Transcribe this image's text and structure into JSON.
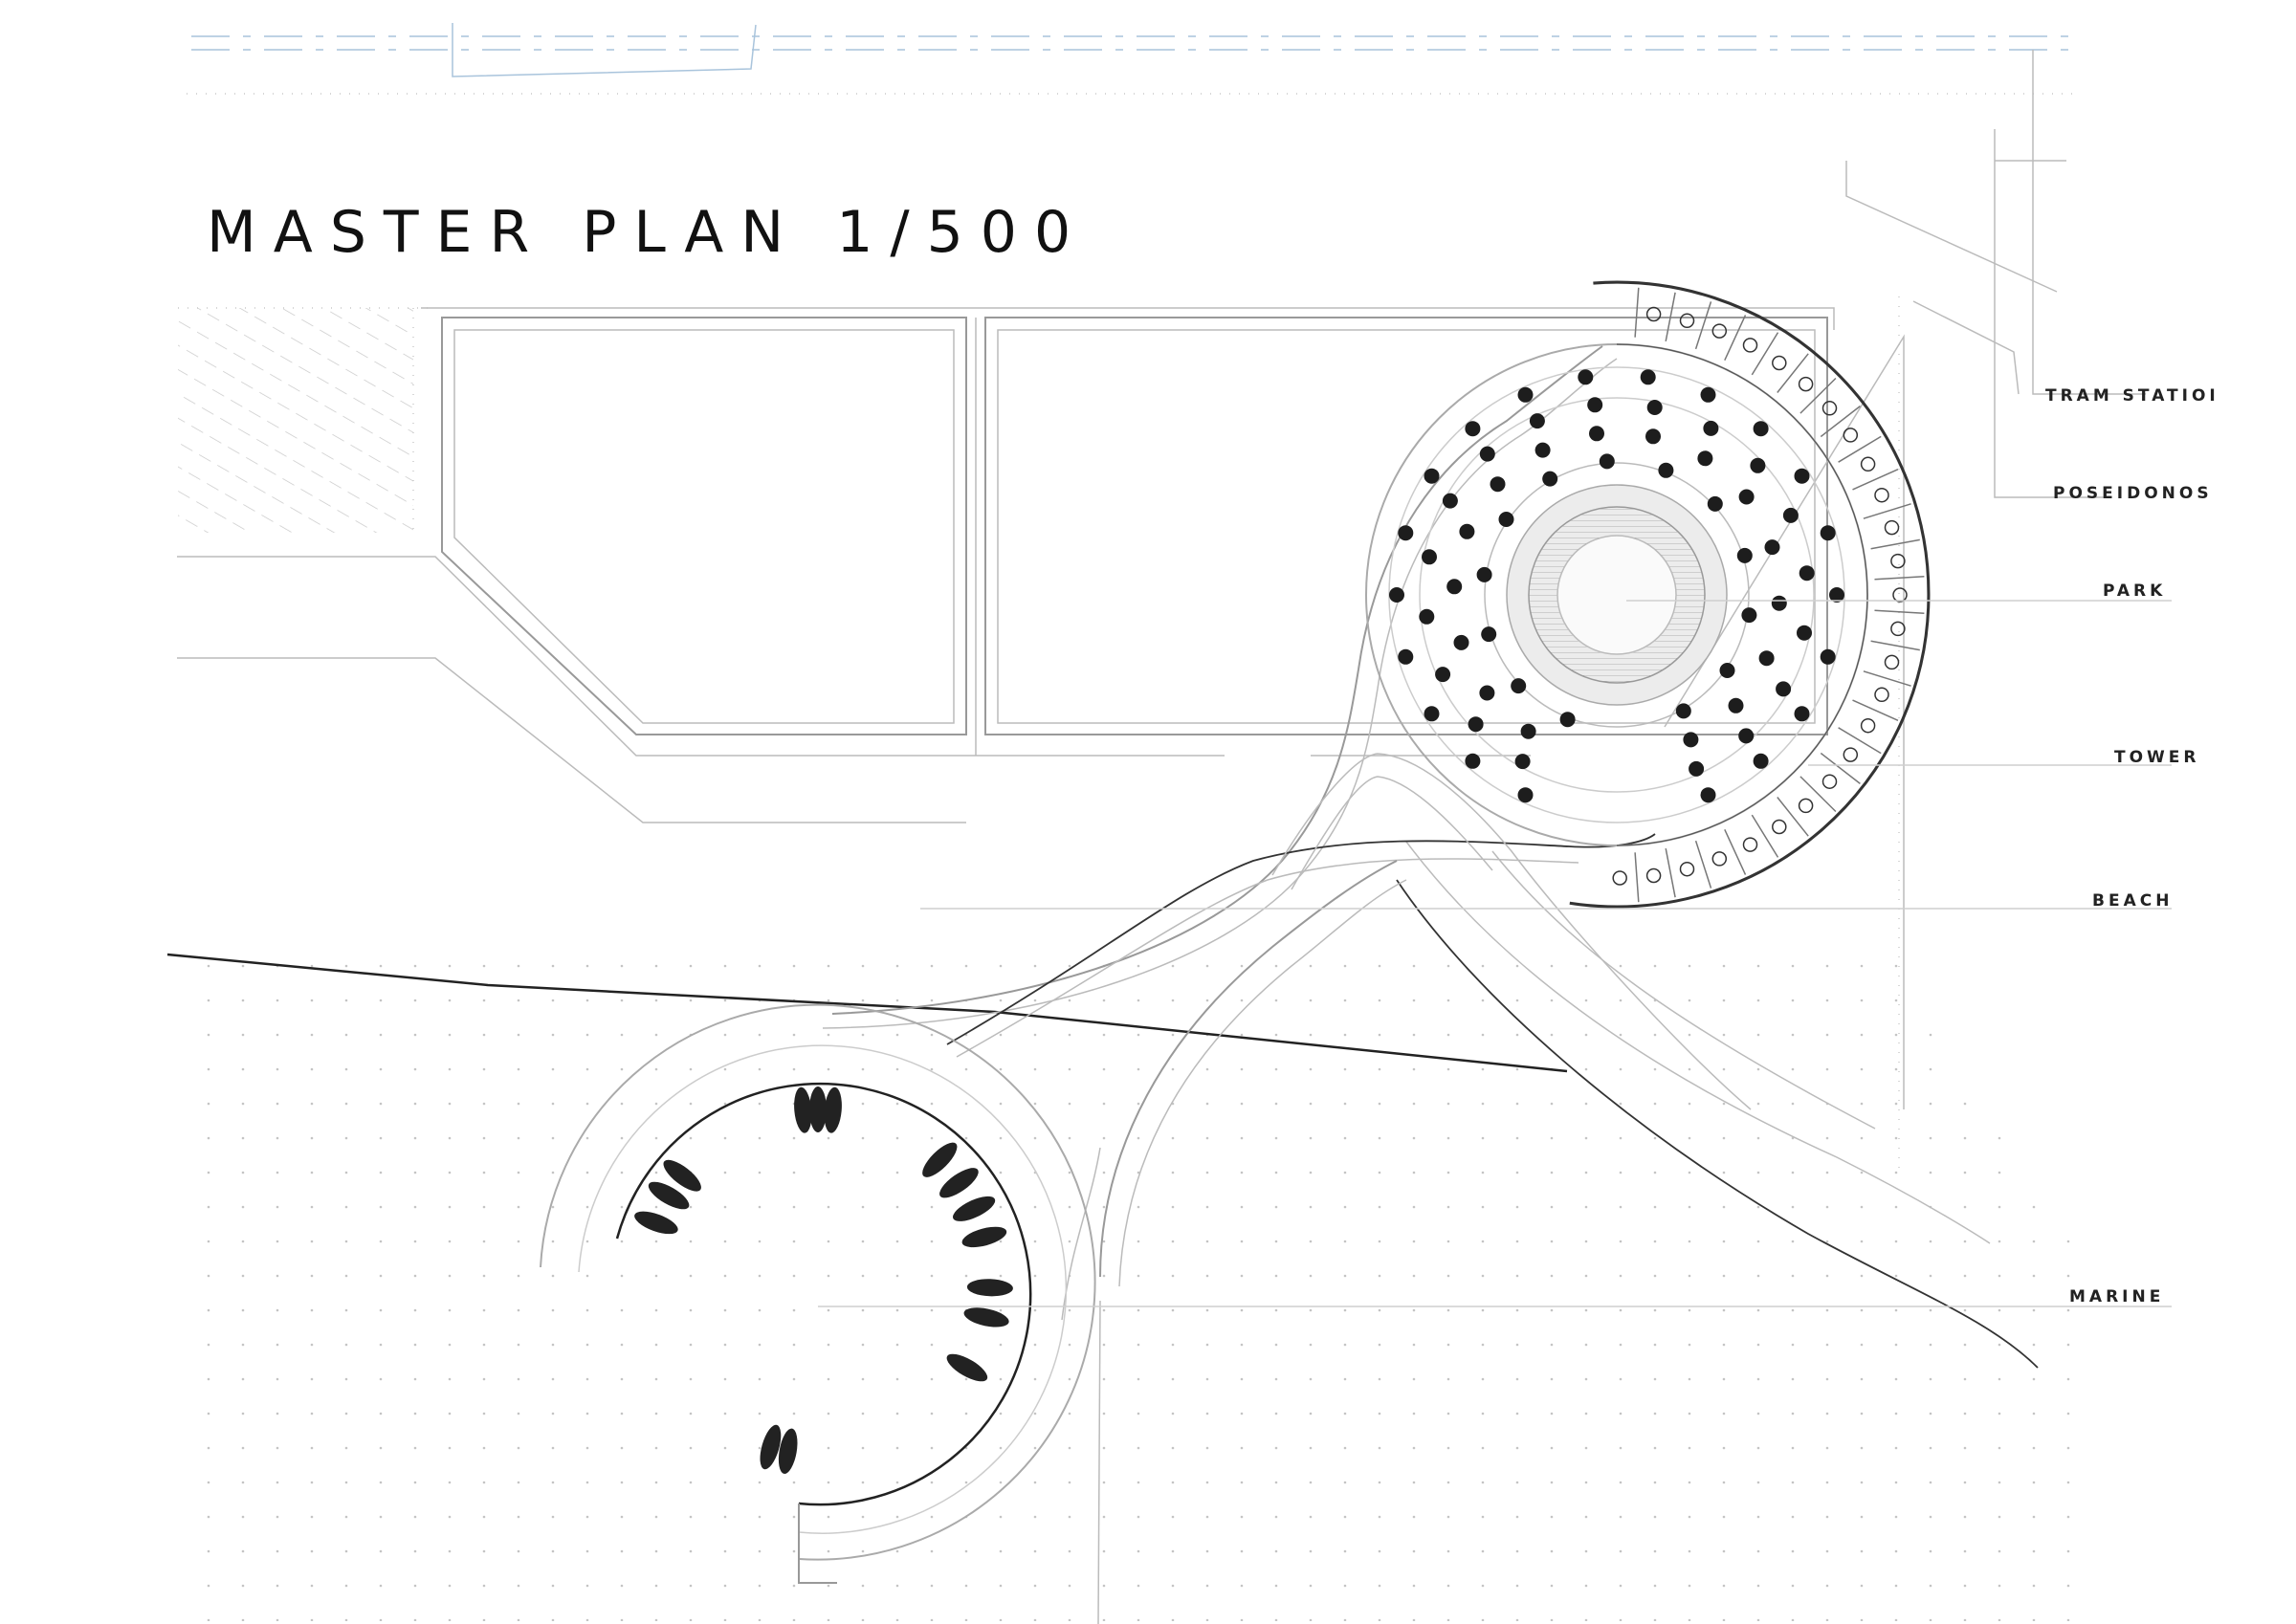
{
  "title": "MASTER PLAN 1/500",
  "labels": {
    "tram_station": "TRAM STATIOI",
    "poseidonos": "POSEIDONOS",
    "park": "PARK",
    "tower": "TOWER",
    "beach": "BEACH",
    "marine": "MARINE"
  },
  "colors": {
    "ink": "#111111",
    "line": "#999999",
    "sea_grid": "#c8c8c8",
    "water_hint": "#a9c4dc"
  }
}
